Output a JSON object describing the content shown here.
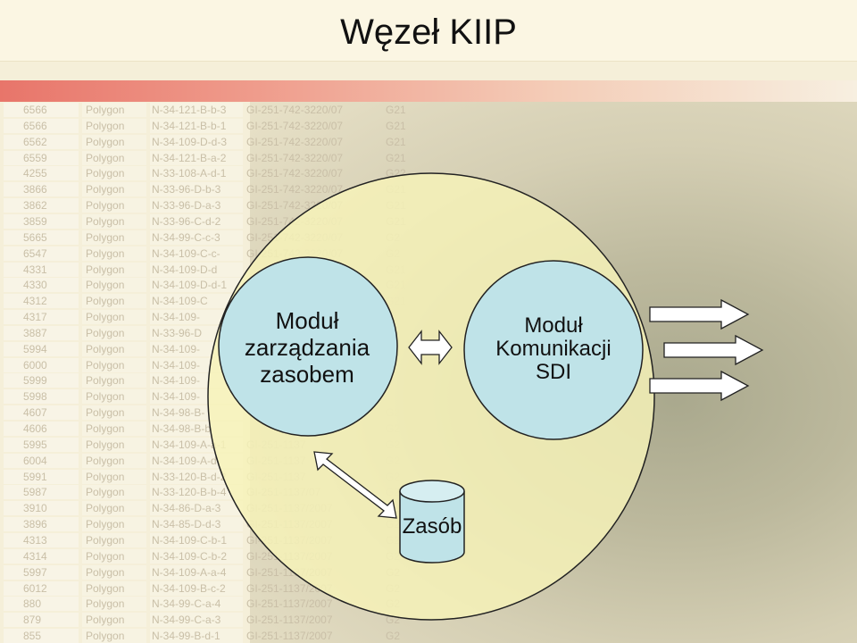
{
  "slide": {
    "title": "Węzeł KIIP"
  },
  "diagram": {
    "management_module": [
      "Moduł",
      "zarządzania",
      "zasobem"
    ],
    "communication_module": [
      "Moduł",
      "Komunikacji",
      "SDI"
    ],
    "resource": "Zasób"
  },
  "background_table": {
    "rows": [
      [
        "6566",
        "Polygon",
        "N-34-121-B-b-3",
        "GI-251-742-3220/07",
        "G21"
      ],
      [
        "6566",
        "Polygon",
        "N-34-121-B-b-1",
        "GI-251-742-3220/07",
        "G21"
      ],
      [
        "6562",
        "Polygon",
        "N-34-109-D-d-3",
        "GI-251-742-3220/07",
        "G21"
      ],
      [
        "6559",
        "Polygon",
        "N-34-121-B-a-2",
        "GI-251-742-3220/07",
        "G21"
      ],
      [
        "4255",
        "Polygon",
        "N-33-108-A-d-1",
        "GI-251-742-3220/07",
        "G22"
      ],
      [
        "3866",
        "Polygon",
        "N-33-96-D-b-3",
        "GI-251-742-3220/07",
        "G21"
      ],
      [
        "3862",
        "Polygon",
        "N-33-96-D-a-3",
        "GI-251-742-3220/07",
        "G21"
      ],
      [
        "3859",
        "Polygon",
        "N-33-96-C-d-2",
        "GI-251-742-3220/07",
        "G21"
      ],
      [
        "5665",
        "Polygon",
        "N-34-99-C-c-3",
        "GI-251-742-3220/07",
        "G2"
      ],
      [
        "6547",
        "Polygon",
        "N-34-109-C-c-",
        "GI-251-742-3220/07",
        "G2"
      ],
      [
        "4331",
        "Polygon",
        "N-34-109-D-d",
        "",
        "G21"
      ],
      [
        "4330",
        "Polygon",
        "N-34-109-D-d-1",
        "",
        "G21"
      ],
      [
        "4312",
        "Polygon",
        "N-34-109-C",
        "",
        "G21"
      ],
      [
        "4317",
        "Polygon",
        "N-34-109-",
        "",
        ""
      ],
      [
        "3887",
        "Polygon",
        "N-33-96-D",
        "",
        ""
      ],
      [
        "5994",
        "Polygon",
        "N-34-109-",
        "",
        ""
      ],
      [
        "6000",
        "Polygon",
        "N-34-109-",
        "",
        ""
      ],
      [
        "5999",
        "Polygon",
        "N-34-109-",
        "",
        ""
      ],
      [
        "5998",
        "Polygon",
        "N-34-109-",
        "",
        ""
      ],
      [
        "4607",
        "Polygon",
        "N-34-98-B-",
        "",
        "G2"
      ],
      [
        "4606",
        "Polygon",
        "N-34-98-B-b",
        "",
        "G2"
      ],
      [
        "5995",
        "Polygon",
        "N-34-109-A-a-1",
        "GI-251-1137",
        "G2"
      ],
      [
        "6004",
        "Polygon",
        "N-34-109-A-d-",
        "GI-251-1137",
        "G2"
      ],
      [
        "5991",
        "Polygon",
        "N-33-120-B-d-2",
        "GI-251-1137",
        "G2"
      ],
      [
        "5987",
        "Polygon",
        "N-33-120-B-b-4",
        "GI-251-1137/07",
        "G2"
      ],
      [
        "3910",
        "Polygon",
        "N-34-86-D-a-3",
        "GI-251-1137/2007",
        "G2"
      ],
      [
        "3896",
        "Polygon",
        "N-34-85-D-d-3",
        "GI-251-1137/2007",
        "G2"
      ],
      [
        "4313",
        "Polygon",
        "N-34-109-C-b-1",
        "GI-251-1137/2007",
        "G2"
      ],
      [
        "4314",
        "Polygon",
        "N-34-109-C-b-2",
        "GI-251-1137/2007",
        "G2"
      ],
      [
        "5997",
        "Polygon",
        "N-34-109-A-a-4",
        "GI-251-1137/2007",
        "G2"
      ],
      [
        "6012",
        "Polygon",
        "N-34-109-B-c-2",
        "GI-251-1137/2007",
        "G2"
      ],
      [
        "880",
        "Polygon",
        "N-34-99-C-a-4",
        "GI-251-1137/2007",
        "G2"
      ],
      [
        "879",
        "Polygon",
        "N-34-99-C-a-3",
        "GI-251-1137/2007",
        "G2"
      ],
      [
        "855",
        "Polygon",
        "N-34-99-B-d-1",
        "GI-251-1137/2007",
        "G2"
      ]
    ]
  },
  "colors": {
    "node_fill": "#f7f3b8",
    "module_fill": "#bfe3e8",
    "resource_fill": "#bfe3e8",
    "accent": "#e8756a"
  }
}
